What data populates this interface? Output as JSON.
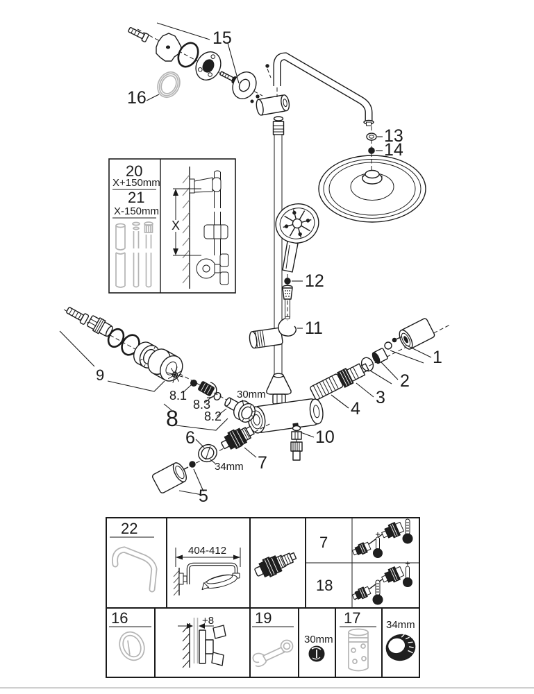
{
  "colors": {
    "line": "#1a1a1a",
    "gray_part": "#b4b4b4",
    "footer_line": "#cfcfcf"
  },
  "callouts": {
    "c1": "1",
    "c2": "2",
    "c3": "3",
    "c4": "4",
    "c5": "5",
    "c6": "6",
    "c7": "7",
    "c8": "8",
    "c8_1": "8.1",
    "c8_2": "8.2",
    "c8_3": "8.3",
    "c9": "9",
    "c10": "10",
    "c11": "11",
    "c12": "12",
    "c13": "13",
    "c14": "14",
    "c15": "15",
    "c16": "16",
    "dim_30mm": "30mm",
    "dim_34mm": "34mm"
  },
  "inset": {
    "part_upper": "20",
    "length_upper": "X+150mm",
    "part_lower": "21",
    "length_lower": "X-150mm",
    "dim_x": "X"
  },
  "table": {
    "arm_part": "22",
    "arm_length": "404-412",
    "valve_row_a": "7",
    "valve_row_b": "18",
    "ring_part": "16",
    "offset_dim": "+8",
    "tool_part": "19",
    "tool_size": "30mm",
    "cartridge_part": "17",
    "nut_size": "34mm"
  }
}
